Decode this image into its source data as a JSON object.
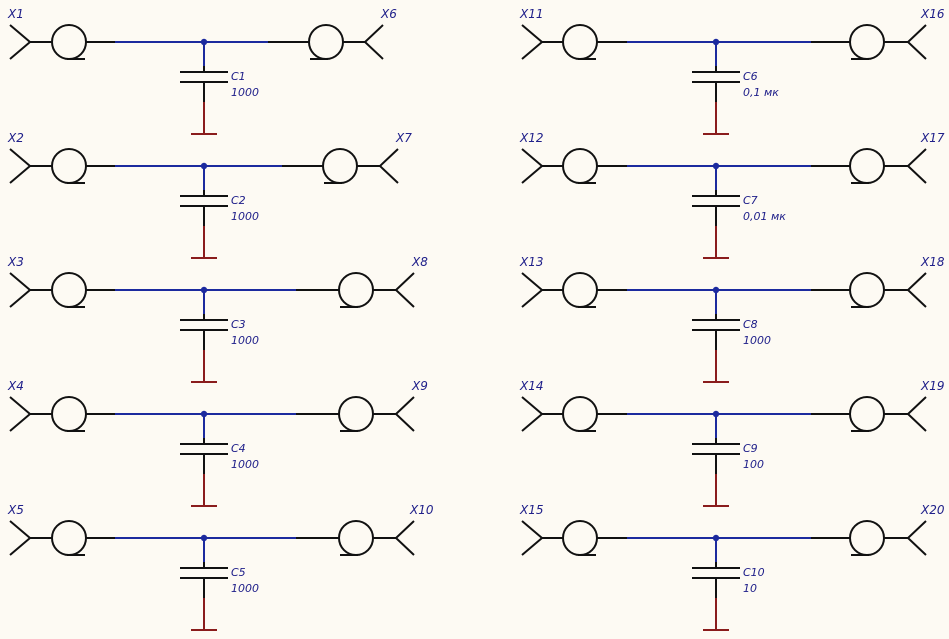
{
  "colors": {
    "background": "#fdfaf3",
    "wire": "#1c2a9e",
    "symbol": "#111111",
    "ground": "#8a1c1c",
    "label": "#20208a"
  },
  "circuits": [
    {
      "left_connector": "X1",
      "right_connector": "X6",
      "capacitor": "C1",
      "value": "1000"
    },
    {
      "left_connector": "X2",
      "right_connector": "X7",
      "capacitor": "C2",
      "value": "1000"
    },
    {
      "left_connector": "X3",
      "right_connector": "X8",
      "capacitor": "C3",
      "value": "1000"
    },
    {
      "left_connector": "X4",
      "right_connector": "X9",
      "capacitor": "C4",
      "value": "1000"
    },
    {
      "left_connector": "X5",
      "right_connector": "X10",
      "capacitor": "C5",
      "value": "1000"
    },
    {
      "left_connector": "X11",
      "right_connector": "X16",
      "capacitor": "C6",
      "value": "0,1 мк"
    },
    {
      "left_connector": "X12",
      "right_connector": "X17",
      "capacitor": "C7",
      "value": "0,01 мк"
    },
    {
      "left_connector": "X13",
      "right_connector": "X18",
      "capacitor": "C8",
      "value": "1000"
    },
    {
      "left_connector": "X14",
      "right_connector": "X19",
      "capacitor": "C9",
      "value": "100"
    },
    {
      "left_connector": "X15",
      "right_connector": "X20",
      "capacitor": "C10",
      "value": "10"
    }
  ]
}
